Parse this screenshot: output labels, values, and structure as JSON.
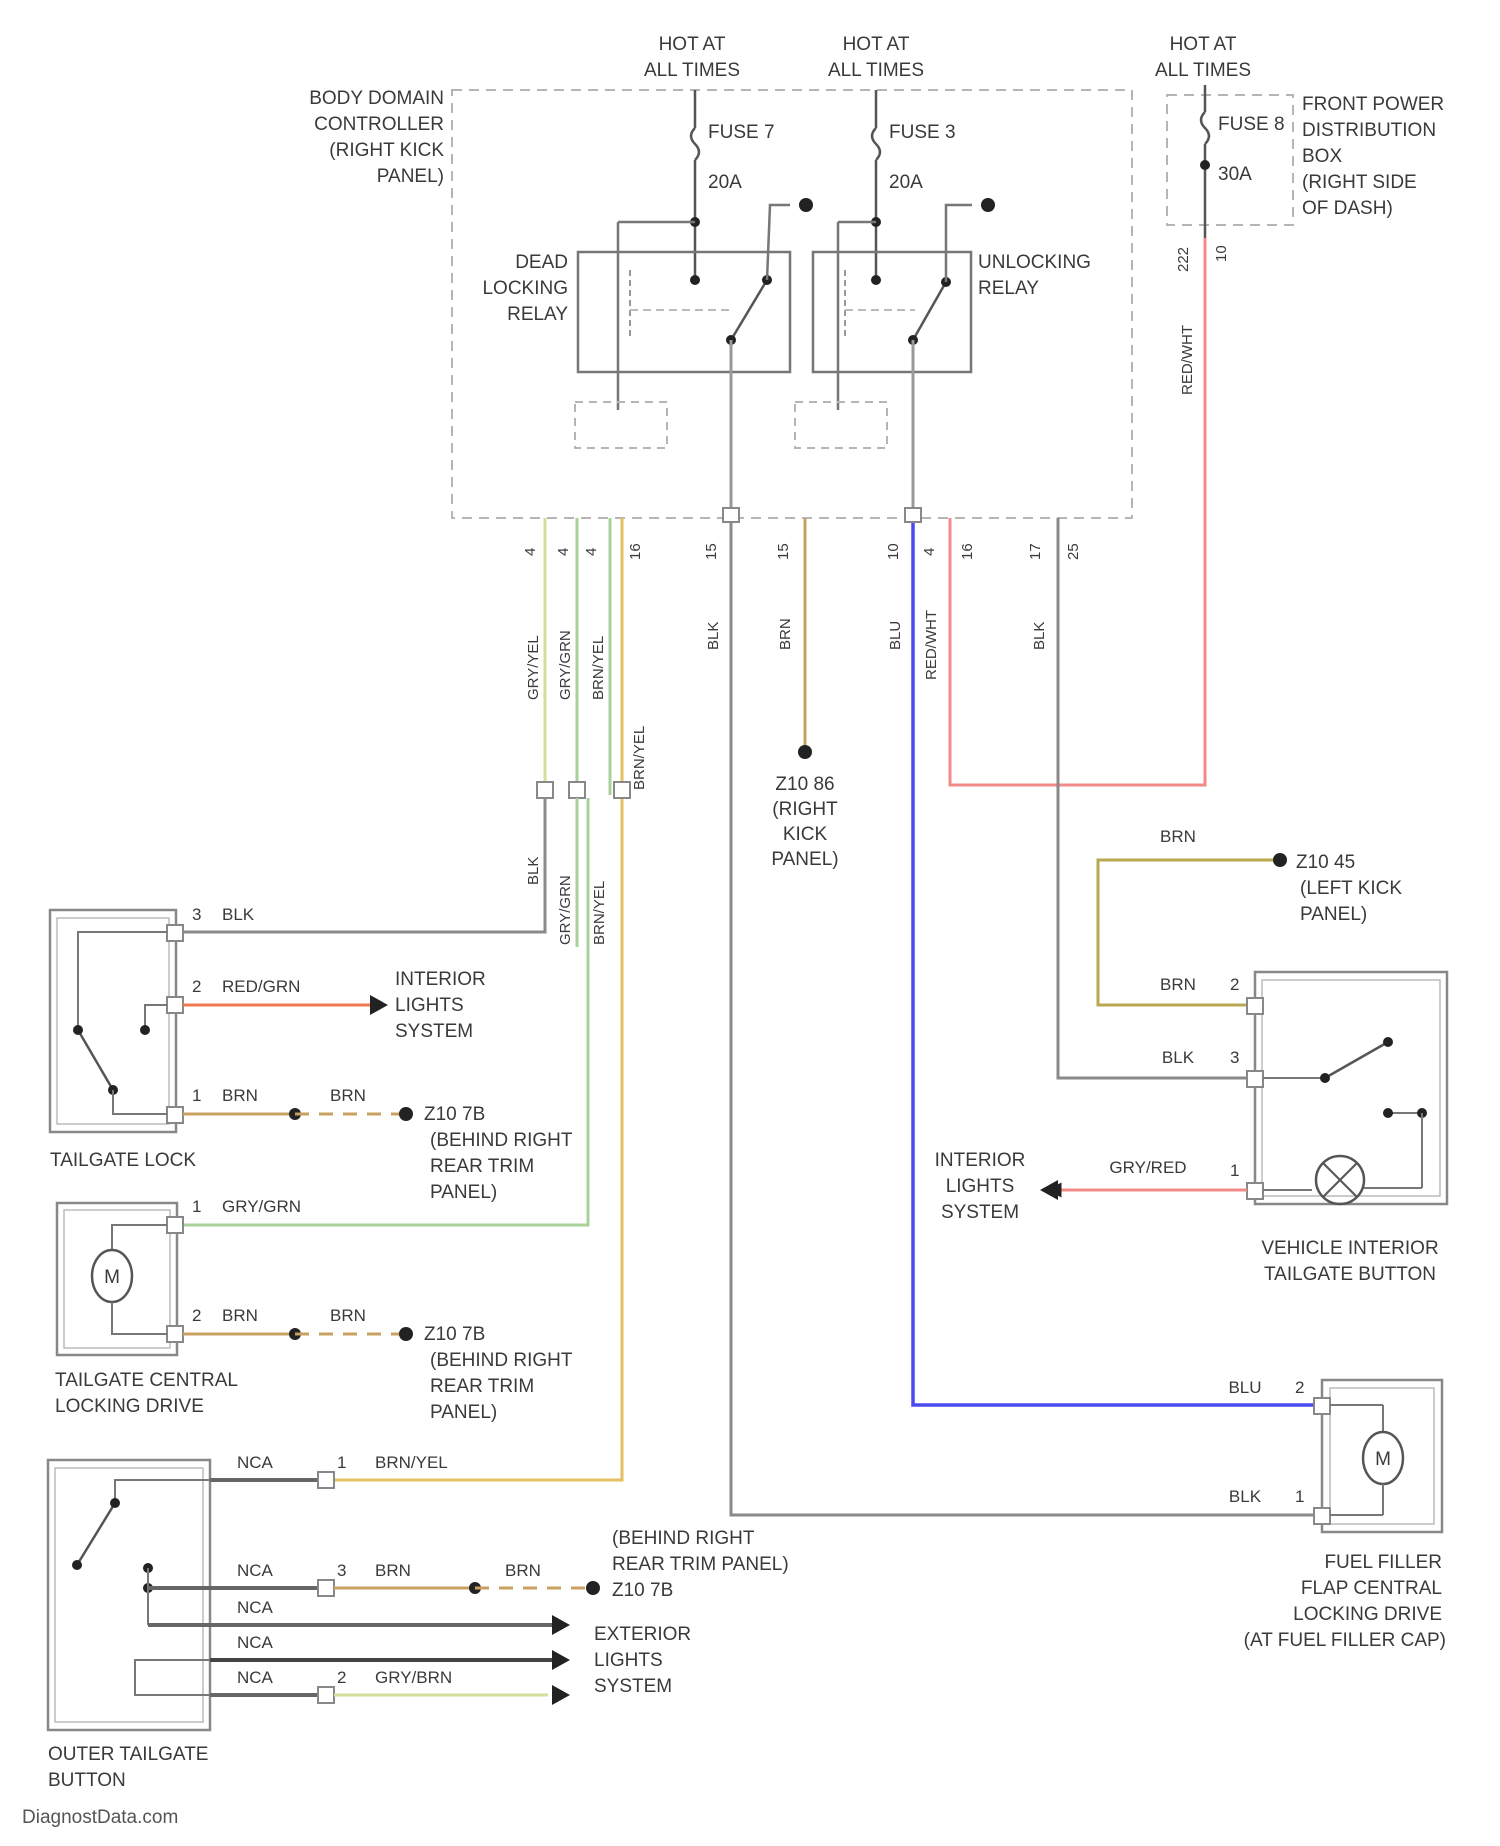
{
  "hot_labels": {
    "fuse7_supply": [
      "HOT AT",
      "ALL TIMES"
    ],
    "fuse3_supply": [
      "HOT AT",
      "ALL TIMES"
    ],
    "fuse8_supply": [
      "HOT AT",
      "ALL TIMES"
    ]
  },
  "bdc": {
    "name": [
      "BODY DOMAIN",
      "CONTROLLER",
      "(RIGHT KICK",
      "PANEL)"
    ],
    "fuse7_label": "FUSE 7",
    "fuse7_rating": "20A",
    "fuse3_label": "FUSE 3",
    "fuse3_rating": "20A",
    "dead_locking_relay": [
      "DEAD",
      "LOCKING",
      "RELAY"
    ],
    "unlocking_relay": [
      "UNLOCKING",
      "RELAY"
    ],
    "pins": [
      "4",
      "4",
      "4",
      "16",
      "15",
      "15",
      "10",
      "4",
      "16",
      "17",
      "25"
    ]
  },
  "fpdb": {
    "name": [
      "FRONT POWER",
      "DISTRIBUTION",
      "BOX",
      "(RIGHT SIDE",
      "OF DASH)"
    ],
    "fuse_label": "FUSE 8",
    "fuse_rating": "30A",
    "pin": "10",
    "pin_top": "222"
  },
  "wires": {
    "gry_yel": "GRY/YEL",
    "gry_grn": "GRY/GRN",
    "brn_yel": "BRN/YEL",
    "brn_yel_2": "BRN/YEL",
    "blk_a": "BLK",
    "brn_a": "BRN",
    "blu": "BLU",
    "red_wht_a": "RED/WHT",
    "red_wht_b": "RED/WHT",
    "blk_b": "BLK",
    "splice_blk": "BLK",
    "splice_grygrn": "GRY/GRN",
    "splice_brnyel": "BRN/YEL"
  },
  "grounds": {
    "right_kick": [
      "Z10 86",
      "(RIGHT",
      "KICK",
      "PANEL)"
    ],
    "left_kick": [
      "Z10 45",
      "(LEFT KICK",
      "PANEL)"
    ],
    "rear_trim_1": [
      "Z10 7B",
      "(BEHIND RIGHT",
      "REAR TRIM",
      "PANEL)"
    ],
    "rear_trim_2": [
      "Z10 7B",
      "(BEHIND RIGHT",
      "REAR TRIM",
      "PANEL)"
    ],
    "rear_trim_3_label": [
      "(BEHIND RIGHT",
      "REAR TRIM PANEL)"
    ],
    "rear_trim_3_id": "Z10 7B"
  },
  "tailgate_lock": {
    "name": "TAILGATE LOCK",
    "pin3": "3",
    "pin3_wire": "BLK",
    "pin2": "2",
    "pin2_wire": "RED/GRN",
    "pin1": "1",
    "pin1_wire": "BRN",
    "pin1_wire_b": "BRN",
    "interior_lights": [
      "INTERIOR",
      "LIGHTS",
      "SYSTEM"
    ]
  },
  "central_drive": {
    "name": [
      "TAILGATE CENTRAL",
      "LOCKING DRIVE"
    ],
    "pin1": "1",
    "pin1_wire": "GRY/GRN",
    "pin2": "2",
    "pin2_wire": "BRN",
    "pin2_wire_b": "BRN",
    "motor": "M"
  },
  "outer_button": {
    "name": [
      "OUTER TAILGATE",
      "BUTTON"
    ],
    "nca": [
      "NCA",
      "NCA",
      "NCA",
      "NCA",
      "NCA"
    ],
    "pin1": "1",
    "pin1_wire": "BRN/YEL",
    "pin3": "3",
    "pin3_wire": "BRN",
    "pin3_wire_b": "BRN",
    "pin2": "2",
    "pin2_wire": "GRY/BRN",
    "exterior_lights": [
      "EXTERIOR",
      "LIGHTS",
      "SYSTEM"
    ]
  },
  "interior_button": {
    "name": [
      "VEHICLE INTERIOR",
      "TAILGATE BUTTON"
    ],
    "pin2": "2",
    "pin2_wire": "BRN",
    "pin3": "3",
    "pin3_wire": "BLK",
    "pin1": "1",
    "pin1_wire": "GRY/RED",
    "interior_lights": [
      "INTERIOR",
      "LIGHTS",
      "SYSTEM"
    ]
  },
  "fuel_flap": {
    "name": [
      "FUEL FILLER",
      "FLAP CENTRAL",
      "LOCKING DRIVE",
      "(AT FUEL FILLER CAP)"
    ],
    "pin2": "2",
    "pin2_wire": "BLU",
    "pin1": "1",
    "pin1_wire": "BLK",
    "motor": "M"
  },
  "credit": "DiagnostData.com",
  "colors": {
    "wire_gray": "#8a8a8a",
    "wire_red": "#f28a8a",
    "wire_blue": "#4a4af0",
    "wire_yellow": "#e6c060",
    "wire_green": "#a8d09a",
    "wire_yellowgreen": "#d6de9a",
    "wire_brown": "#c8a060",
    "wire_orange": "#f07a50",
    "wire_olive": "#b8a850",
    "line": "#555555",
    "dash": "#b5b5b5"
  }
}
